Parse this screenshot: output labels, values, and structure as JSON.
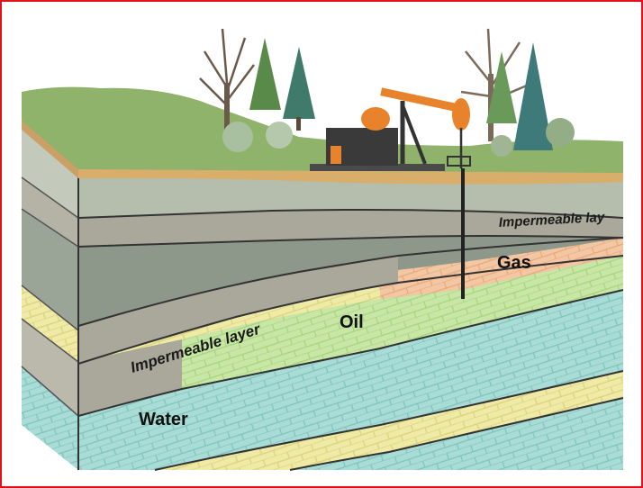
{
  "labels": {
    "impermeable_top": "Impermeable lay",
    "impermeable_left": "Impermeable layer",
    "gas": "Gas",
    "oil": "Oil",
    "water": "Water"
  },
  "colors": {
    "border": "#e0121b",
    "grass": "#8fb36a",
    "soil_strip": "#d9ad6a",
    "rock_grey": "#a9b3a2",
    "rock_dark": "#8d978a",
    "impermeable": "#aaa89a",
    "sand_yellow": "#efeaa6",
    "water_blue": "#a9dcd6",
    "oil_green": "#c8e7a6",
    "gas_orange": "#f3c7a3",
    "pump_orange": "#e8832c",
    "pump_dark": "#333333"
  }
}
